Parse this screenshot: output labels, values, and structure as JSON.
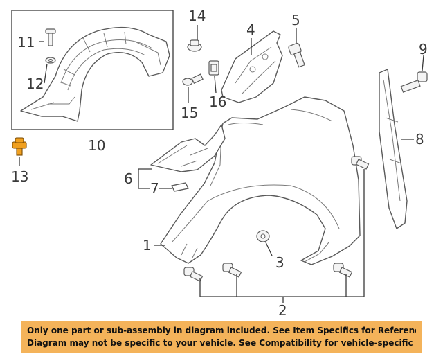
{
  "callouts": {
    "c1": "1",
    "c2": "2",
    "c3": "3",
    "c4": "4",
    "c5": "5",
    "c6": "6",
    "c7": "7",
    "c8": "8",
    "c9": "9",
    "c10": "10",
    "c11": "11",
    "c12": "12",
    "c13": "13",
    "c14": "14",
    "c15": "15",
    "c16": "16"
  },
  "colors": {
    "banner": "#f4b35a",
    "highlight_part": "#f0a020",
    "line": "#5a5a5a"
  },
  "notice": {
    "line1": "Only one part or sub-assembly in diagram included. See Item Specifics for Reference #.",
    "line2": "Diagram may not be specific to your vehicle. See Compatibility for vehicle-specific diagrams."
  }
}
